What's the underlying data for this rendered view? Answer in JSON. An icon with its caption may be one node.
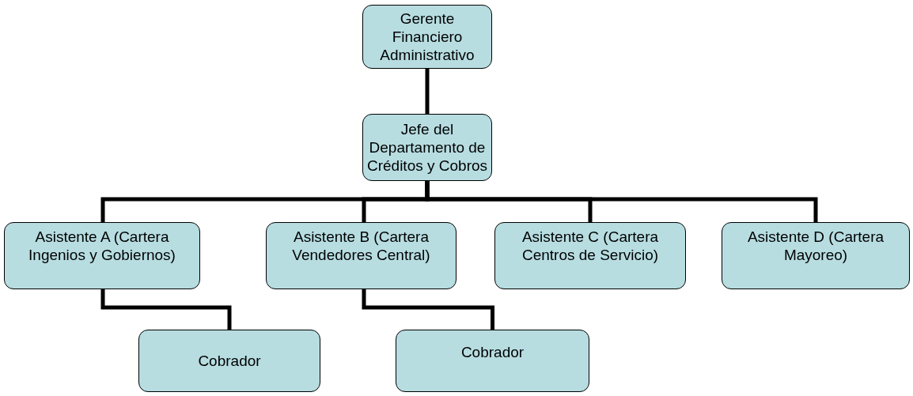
{
  "diagram": {
    "nodes": [
      {
        "text": [
          "Gerente  Financiero Administrativo"
        ]
      },
      {
        "text": [
          "Jefe del Departamento de Créditos y Cobros"
        ]
      },
      {
        "text": [
          "Asistente A (Cartera Ingenios y Gobiernos)"
        ]
      },
      {
        "text": [
          "Asistente B (Cartera Vendedores Central)"
        ]
      },
      {
        "text": [
          "Asistente C (Cartera Centros de Servicio)"
        ]
      },
      {
        "text": [
          "Asistente D (Cartera Mayoreo)"
        ]
      },
      {
        "text": [
          "Cobrador"
        ]
      },
      {
        "text": [
          "Cobrador"
        ]
      }
    ],
    "edges": [
      {
        "from": 0,
        "to": 1,
        "arrow": "none"
      },
      {
        "from": 1,
        "to": 2,
        "arrow": "none"
      },
      {
        "from": 1,
        "to": 3,
        "arrow": "none"
      },
      {
        "from": 1,
        "to": 4,
        "arrow": "none"
      },
      {
        "from": 1,
        "to": 5,
        "arrow": "none"
      },
      {
        "from": 2,
        "to": 6,
        "arrow": "none"
      },
      {
        "from": 3,
        "to": 7,
        "arrow": "none"
      }
    ]
  }
}
